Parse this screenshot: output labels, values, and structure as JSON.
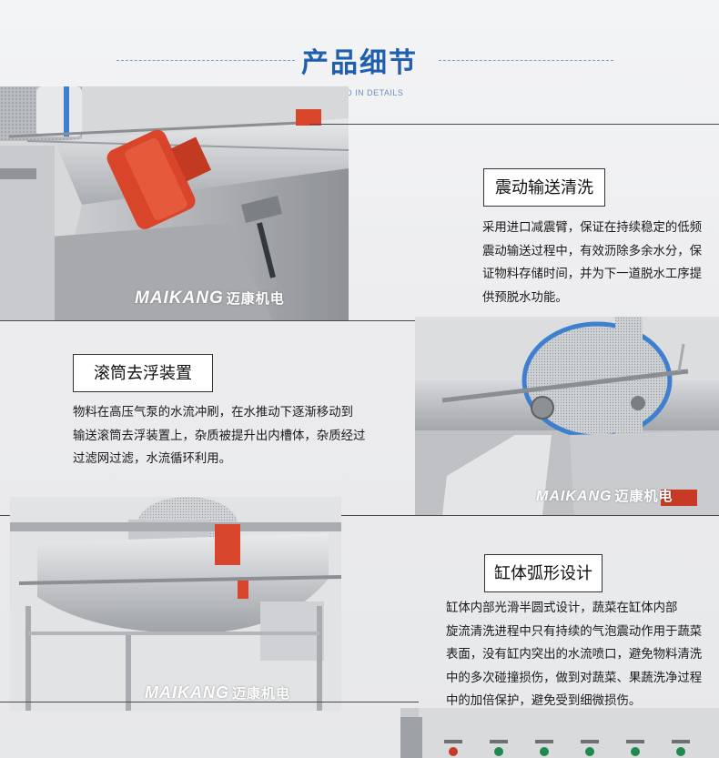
{
  "header": {
    "title": "产品细节",
    "subtitle": "SKILLED IN DETAILS"
  },
  "sections": [
    {
      "title": "震动输送清洗",
      "lines": [
        "采用进口减震臂，保证在持续稳定的低频",
        "震动输送过程中，有效沥除多余水分，保",
        "证物料存储时间，并为下一道脱水工序提",
        "供预脱水功能。"
      ]
    },
    {
      "title": "滚筒去浮装置",
      "lines": [
        "物料在高压气泵的水流冲刷，在水推动下逐渐移动到",
        "输送滚筒去浮装置上，杂质被提升出内槽体，杂质经过",
        "过滤网过滤，水流循环利用。"
      ]
    },
    {
      "title": "缸体弧形设计",
      "lines": [
        "缸体内部光滑半圆式设计，蔬菜在缸体内部",
        "旋流清洗进程中只有持续的气泡震动作用于蔬菜",
        "表面，没有缸内突出的水流喷口，避免物料清洗",
        "中的多次碰撞损伤，做到对蔬菜、果蔬洗净过程",
        "中的加倍保护，避免受到细微损伤。"
      ]
    }
  ],
  "watermark": {
    "brand": "MAIKANG",
    "brand_cn": "迈康机电"
  },
  "colors": {
    "title_blue": "#1f5fae",
    "motor_red": "#d9452b",
    "steel": "#b9bcc0"
  }
}
